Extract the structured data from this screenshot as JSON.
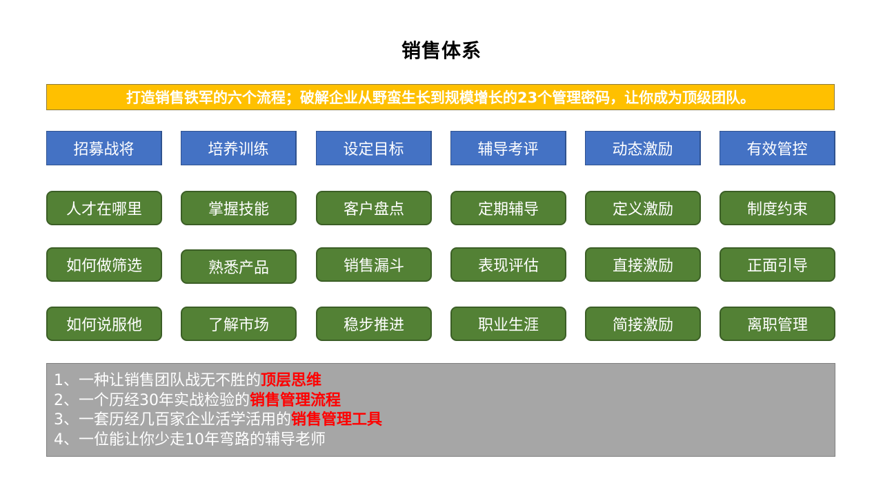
{
  "title": "销售体系",
  "banner": "打造销售铁军的六个流程；破解企业从野蛮生长到规模增长的23个管理密码，让你成为顶级团队。",
  "columns": [
    {
      "header": "招募战将",
      "items": [
        "人才在哪里",
        "如何做筛选",
        "如何说服他"
      ]
    },
    {
      "header": "培养训练",
      "items": [
        "掌握技能",
        "熟悉产品",
        "了解市场"
      ]
    },
    {
      "header": "设定目标",
      "items": [
        "客户盘点",
        "销售漏斗",
        "稳步推进"
      ]
    },
    {
      "header": "辅导考评",
      "items": [
        "定期辅导",
        "表现评估",
        "职业生涯"
      ]
    },
    {
      "header": "动态激励",
      "items": [
        "定义激励",
        "直接激励",
        "简接激励"
      ]
    },
    {
      "header": "有效管控",
      "items": [
        "制度约束",
        "正面引导",
        "离职管理"
      ]
    }
  ],
  "notes": [
    {
      "prefix": "1、一种让销售团队战无不胜的",
      "highlight": "顶层思维"
    },
    {
      "prefix": "2、一个历经30年实战检验的",
      "highlight": "销售管理流程"
    },
    {
      "prefix": "3、一套历经几百家企业活学活用的",
      "highlight": "销售管理工具"
    },
    {
      "prefix": "4、一位能让你少走10年弯路的辅导老师",
      "highlight": ""
    }
  ],
  "colors": {
    "banner": "#ffc000",
    "header_box": "#4472c4",
    "item_box": "#538135",
    "notes_bg": "#a6a6a6",
    "highlight": "#ff0000"
  }
}
